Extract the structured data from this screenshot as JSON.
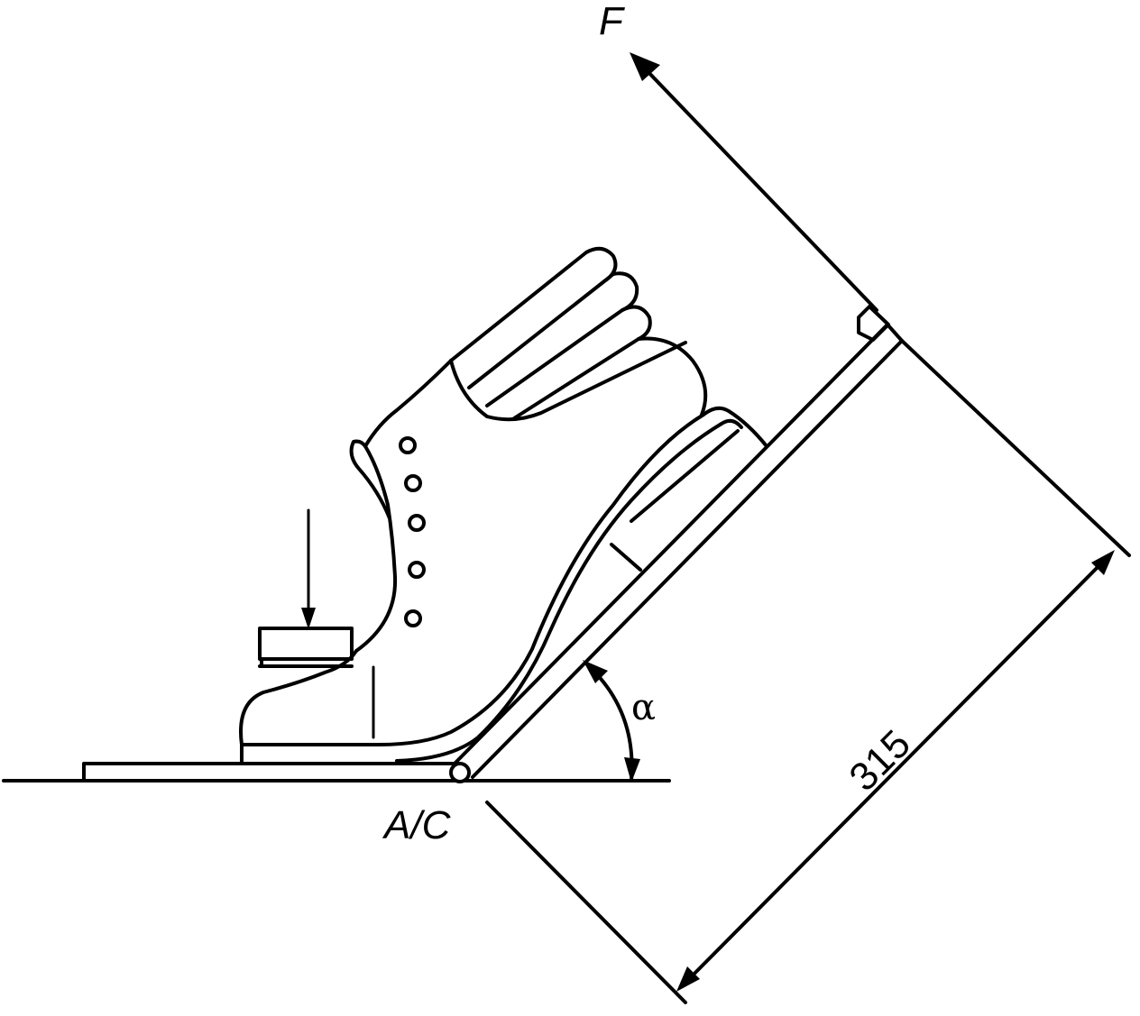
{
  "labels": {
    "force": "F",
    "pivot": "A/C",
    "angle": "α",
    "dimension": "315"
  },
  "colors": {
    "ink": "#000000",
    "background": "#ffffff"
  }
}
